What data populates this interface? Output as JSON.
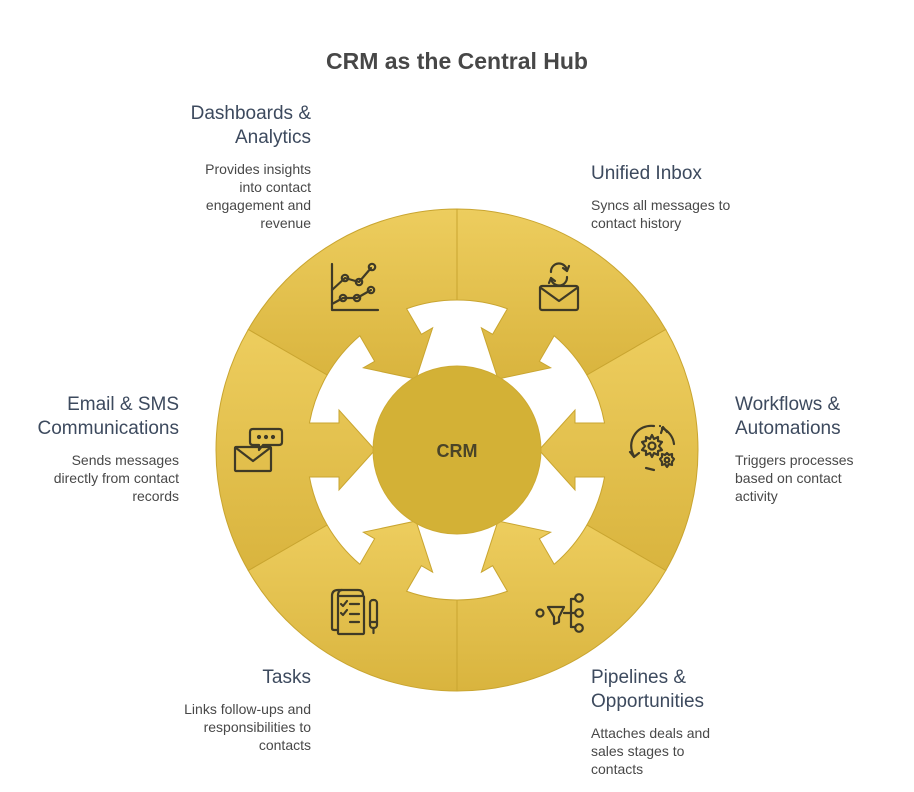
{
  "title": "CRM as the Central Hub",
  "hub": {
    "label": "CRM"
  },
  "colors": {
    "ring_light": "#ECCB5B",
    "ring_dark": "#D6B23B",
    "hub": "#D3B136",
    "seam": "#C9A530",
    "heading_text": "#3d4a5e",
    "body_text": "#484848",
    "icon_stroke": "#3f3a26"
  },
  "segments": [
    {
      "id": "dashboards",
      "heading": "Dashboards & Analytics",
      "description": "Provides insights into contact engagement and revenue",
      "icon": "line-chart-icon"
    },
    {
      "id": "inbox",
      "heading": "Unified Inbox",
      "description": "Syncs all messages to contact history",
      "icon": "envelope-sync-icon"
    },
    {
      "id": "workflows",
      "heading": "Workflows & Automations",
      "description": "Triggers processes based on contact activity",
      "icon": "gears-cycle-icon"
    },
    {
      "id": "pipelines",
      "heading": "Pipelines & Opportunities",
      "description": "Attaches deals and sales stages to contacts",
      "icon": "funnel-branch-icon"
    },
    {
      "id": "tasks",
      "heading": "Tasks",
      "description": "Links follow-ups and responsibilities to contacts",
      "icon": "task-list-pen-icon"
    },
    {
      "id": "email",
      "heading": "Email & SMS Communications",
      "description": "Sends messages directly from contact records",
      "icon": "email-chat-icon"
    }
  ]
}
